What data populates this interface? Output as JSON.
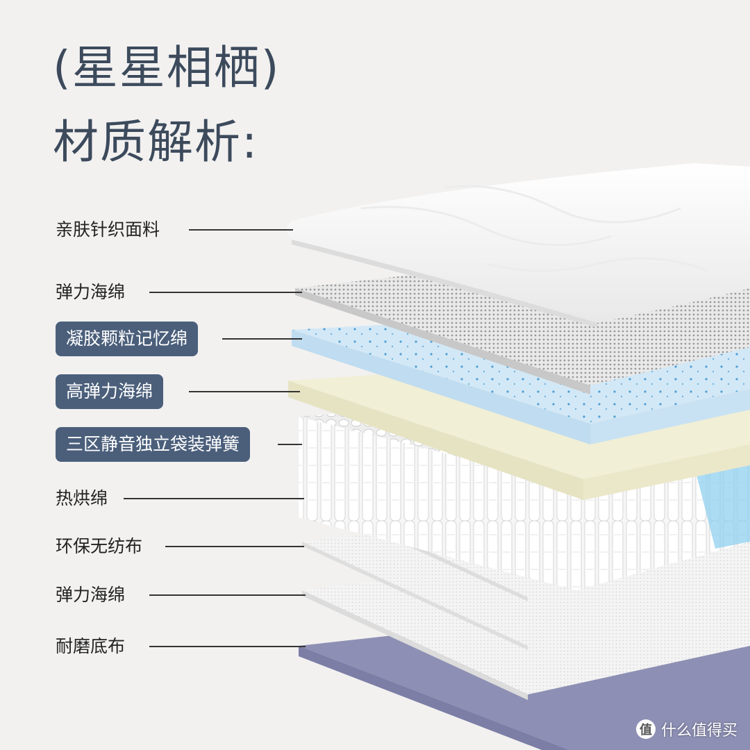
{
  "header": {
    "line1": "(星星相栖)",
    "line2": "材质解析:"
  },
  "layers": [
    {
      "label": "亲肤针织面料",
      "highlighted": false
    },
    {
      "label": "弹力海绵",
      "highlighted": false
    },
    {
      "label": "凝胶颗粒记忆绵",
      "highlighted": true
    },
    {
      "label": "高弹力海绵",
      "highlighted": true
    },
    {
      "label": "三区静音独立袋装弹簧",
      "highlighted": true
    },
    {
      "label": "热烘绵",
      "highlighted": false
    },
    {
      "label": "环保无纺布",
      "highlighted": false
    },
    {
      "label": "弹力海绵",
      "highlighted": false
    },
    {
      "label": "耐磨底布",
      "highlighted": false
    }
  ],
  "watermark": {
    "logo_glyph": "值",
    "text": "什么值得买"
  },
  "colors": {
    "background": "#f2f1f0",
    "title": "#3c4a5c",
    "highlight_box": "#4b5f7b",
    "gel_layer": "#cfe6f5",
    "foam_layer": "#f1efd6",
    "base_fabric": "#8d8fb4"
  }
}
